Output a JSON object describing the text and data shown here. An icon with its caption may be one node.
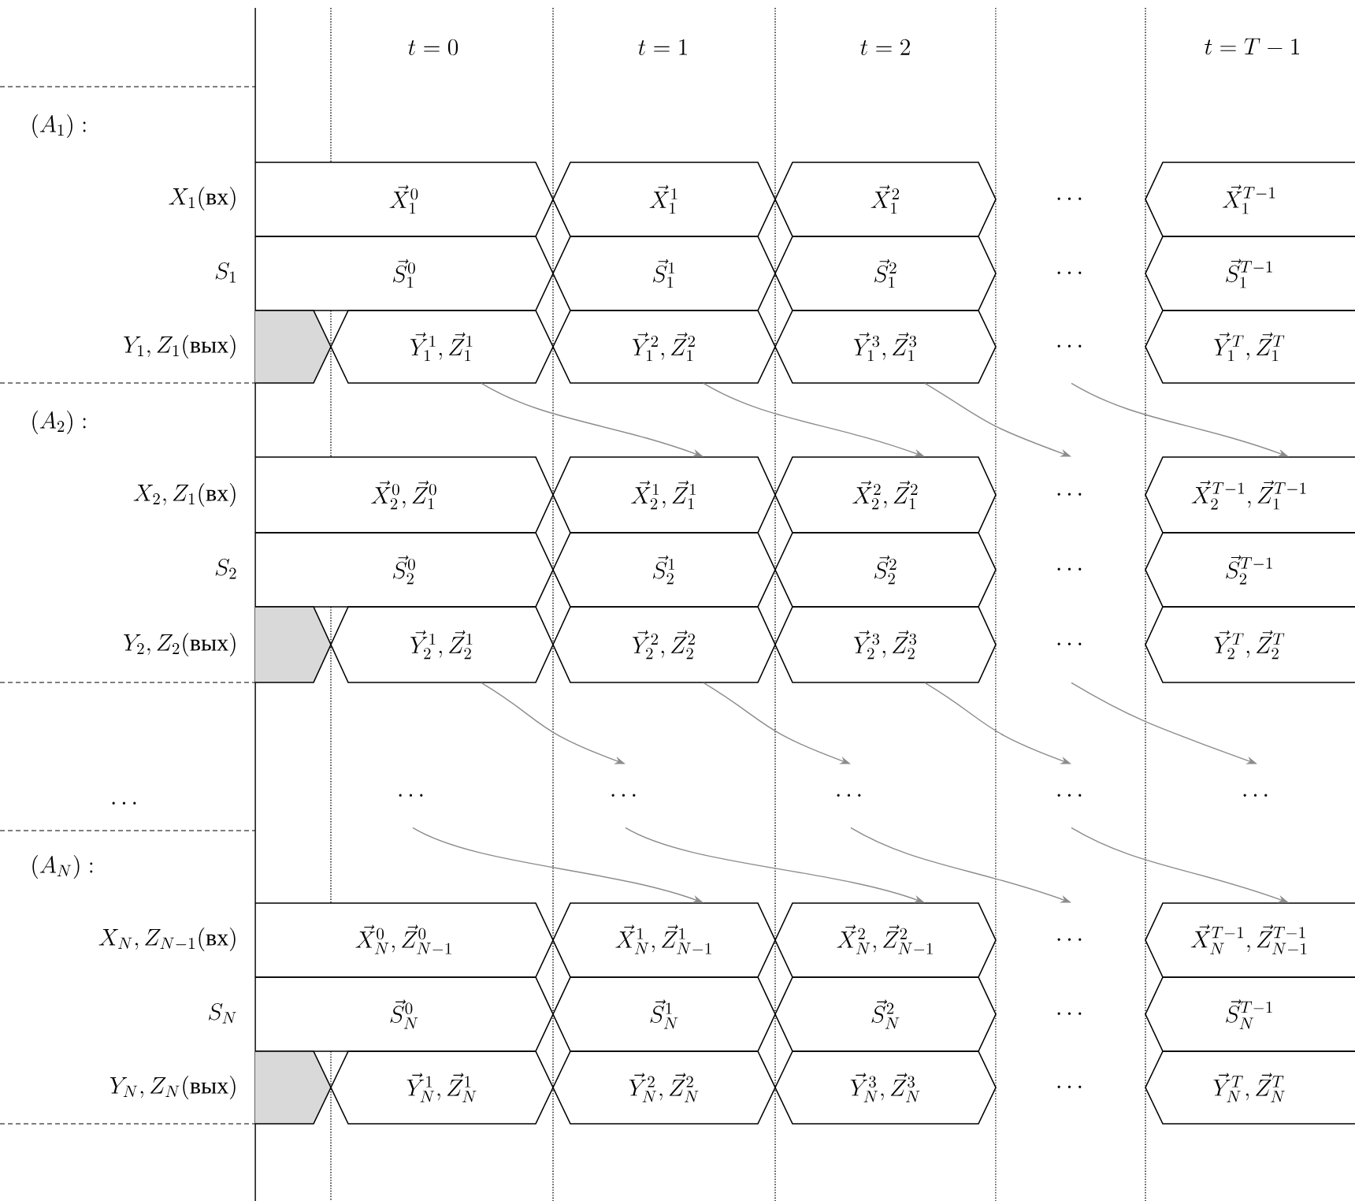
{
  "diagram": {
    "nodes": [
      {
        "text": [
          "\\vec{X}_1^{0}"
        ]
      },
      {
        "text": [
          "\\vec{X}_1^{1}"
        ]
      },
      {
        "text": [
          "\\vec{X}_1^{2}"
        ]
      },
      {
        "text": [
          "\\cdots"
        ]
      },
      {
        "text": [
          "\\vec{X}_1^{T-1}"
        ]
      },
      {
        "text": [
          "\\vec{S}_1^{0}"
        ]
      },
      {
        "text": [
          "\\vec{S}_1^{1}"
        ]
      },
      {
        "text": [
          "\\vec{S}_1^{2}"
        ]
      },
      {
        "text": [
          "\\cdots"
        ]
      },
      {
        "text": [
          "\\vec{S}_1^{T-1}"
        ]
      },
      {
        "text": [],
        "shape": "box"
      },
      {
        "text": [
          "\\vec{Y}_1^{1}, \\vec{Z}_1^{1}"
        ]
      },
      {
        "text": [
          "\\vec{Y}_1^{2}, \\vec{Z}_1^{2}"
        ]
      },
      {
        "text": [
          "\\vec{Y}_1^{3}, \\vec{Z}_1^{3}"
        ]
      },
      {
        "text": [
          "\\cdots"
        ]
      },
      {
        "text": [
          "\\vec{Y}_1^{T}, \\vec{Z}_1^{T}"
        ]
      },
      {
        "text": [
          "\\vec{X}_2^{0}, \\vec{Z}_1^{0}"
        ]
      },
      {
        "text": [
          "\\vec{X}_2^{1}, \\vec{Z}_1^{1}"
        ]
      },
      {
        "text": [
          "\\vec{X}_2^{2}, \\vec{Z}_1^{2}"
        ]
      },
      {
        "text": [
          "\\cdots"
        ]
      },
      {
        "text": [
          "\\vec{X}_2^{T-1}, \\vec{Z}_1^{T-1}"
        ]
      },
      {
        "text": [
          "\\vec{S}_2^{0}"
        ]
      },
      {
        "text": [
          "\\vec{S}_2^{1}"
        ]
      },
      {
        "text": [
          "\\vec{S}_2^{2}"
        ]
      },
      {
        "text": [
          "\\cdots"
        ]
      },
      {
        "text": [
          "\\vec{S}_2^{T-1}"
        ]
      },
      {
        "text": [],
        "shape": "box"
      },
      {
        "text": [
          "\\vec{Y}_2^{1}, \\vec{Z}_2^{1}"
        ]
      },
      {
        "text": [
          "\\vec{Y}_2^{2}, \\vec{Z}_2^{2}"
        ]
      },
      {
        "text": [
          "\\vec{Y}_2^{3}, \\vec{Z}_2^{3}"
        ]
      },
      {
        "text": [
          "\\cdots"
        ]
      },
      {
        "text": [
          "\\vec{Y}_2^{T}, \\vec{Z}_2^{T}"
        ]
      },
      {
        "text": [
          "\\cdots"
        ]
      },
      {
        "text": [
          "\\cdots"
        ]
      },
      {
        "text": [
          "\\cdots"
        ]
      },
      {
        "text": [
          "\\cdots"
        ]
      },
      {
        "text": [
          "\\cdots"
        ]
      },
      {
        "text": [
          "\\vec{X}_N^{0}, \\vec{Z}_{N-1}^{0}"
        ]
      },
      {
        "text": [
          "\\vec{X}_N^{1}, \\vec{Z}_{N-1}^{1}"
        ]
      },
      {
        "text": [
          "\\vec{X}_N^{2}, \\vec{Z}_{N-1}^{2}"
        ]
      },
      {
        "text": [
          "\\cdots"
        ]
      },
      {
        "text": [
          "\\vec{X}_N^{T-1}, \\vec{Z}_{N-1}^{T-1}"
        ]
      },
      {
        "text": [
          "\\vec{S}_N^{0}"
        ]
      },
      {
        "text": [
          "\\vec{S}_N^{1}"
        ]
      },
      {
        "text": [
          "\\vec{S}_N^{2}"
        ]
      },
      {
        "text": [
          "\\cdots"
        ]
      },
      {
        "text": [
          "\\vec{S}_N^{T-1}"
        ]
      },
      {
        "text": [],
        "shape": "box"
      },
      {
        "text": [
          "\\vec{Y}_N^{1}, \\vec{Z}_N^{1}"
        ]
      },
      {
        "text": [
          "\\vec{Y}_N^{2}, \\vec{Z}_N^{2}"
        ]
      },
      {
        "text": [
          "\\vec{Y}_N^{3}, \\vec{Z}_N^{3}"
        ]
      },
      {
        "text": [
          "\\cdots"
        ]
      },
      {
        "text": [
          "\\vec{Y}_N^{T}, \\vec{Z}_N^{T}"
        ]
      }
    ],
    "edges": [
      {
        "from": 11,
        "to": 17,
        "arrow": "to"
      },
      {
        "from": 12,
        "to": 18,
        "arrow": "to"
      },
      {
        "from": 13,
        "to": 19,
        "arrow": "to"
      },
      {
        "from": 14,
        "to": 20,
        "arrow": "to"
      },
      {
        "from": 27,
        "to": 33,
        "arrow": "to"
      },
      {
        "from": 28,
        "to": 34,
        "arrow": "to"
      },
      {
        "from": 29,
        "to": 35,
        "arrow": "to"
      },
      {
        "from": 30,
        "to": 36,
        "arrow": "to"
      },
      {
        "from": 32,
        "to": 38,
        "arrow": "to"
      },
      {
        "from": 33,
        "to": 39,
        "arrow": "to"
      },
      {
        "from": 34,
        "to": 40,
        "arrow": "to"
      },
      {
        "from": 35,
        "to": 41,
        "arrow": "to"
      }
    ],
    "labels": [
      "t=0",
      "t=1",
      "t=2",
      "t=T-1",
      "(A_1):",
      "X_1(\\text{вх})",
      "S_1",
      "Y_1, Z_1(\\text{вых})",
      "(A_2):",
      "X_2, Z_1(\\text{вх})",
      "S_2",
      "Y_2, Z_2(\\text{вых})",
      "\\cdots",
      "(A_N):",
      "X_N, Z_{N-1}(\\text{вх})",
      "S_N",
      "Y_N, Z_N(\\text{вых})"
    ]
  }
}
